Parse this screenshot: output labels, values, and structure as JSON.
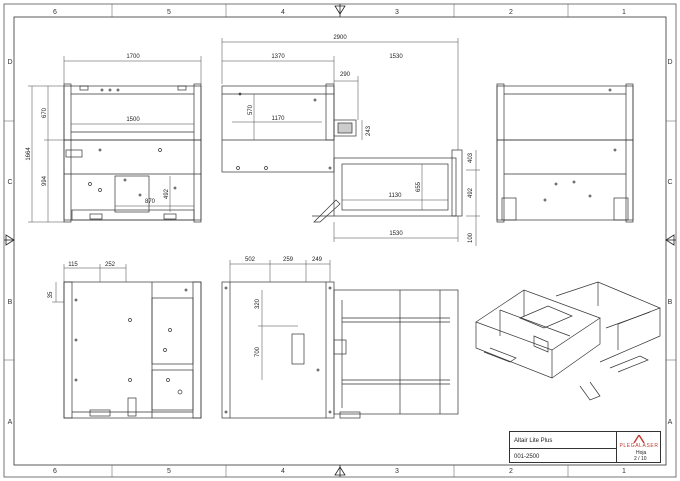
{
  "sheet": {
    "columns_top": [
      "6",
      "5",
      "4",
      "3",
      "2",
      "1"
    ],
    "columns_bottom": [
      "6",
      "5",
      "4",
      "3",
      "2",
      "1"
    ],
    "rows_left": [
      "D",
      "C",
      "B",
      "A"
    ],
    "rows_right": [
      "D",
      "C",
      "B",
      "A"
    ]
  },
  "dimensions": {
    "front_width": "1700",
    "front_inner": "1500",
    "front_height_total": "1664",
    "front_upper": "670",
    "front_lower": "994",
    "front_base": "870",
    "front_base_h": "492",
    "top_overall": "2900",
    "top_left": "1370",
    "top_right": "1530",
    "top_mid": "290",
    "top_inner": "1170",
    "top_h": "570",
    "top_panel": "243",
    "side_module": "1130",
    "side_module_h": "655",
    "side_module_w": "1530",
    "right_403": "403",
    "right_492": "492",
    "right_100": "100",
    "plan_115": "115",
    "plan_252": "252",
    "plan_35": "35",
    "plan2_502": "502",
    "plan2_259": "259",
    "plan2_249": "249",
    "plan2_320": "320",
    "plan2_700": "700"
  },
  "title_block": {
    "project": "Altair Lite Plus",
    "code": "001-2500",
    "brand": "PLEGALASER",
    "sheet_label": "Hoja",
    "sheet_number": "2 / 10"
  },
  "colors": {
    "line": "#333333",
    "dim": "#444444",
    "brand": "#c0392b"
  }
}
